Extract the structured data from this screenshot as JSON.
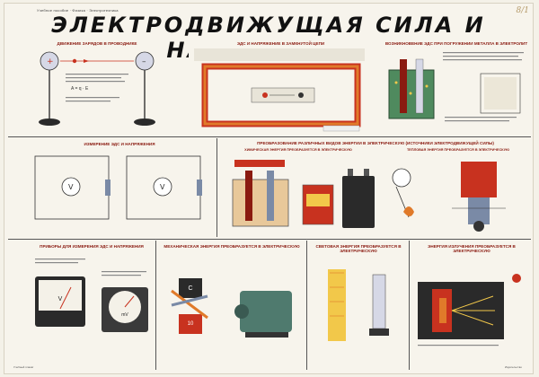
{
  "header": {
    "tiny_text": "Учебное пособие · Физика · Электротехника",
    "title": "ЭЛЕКТРОДВИЖУЩАЯ СИЛА И НАПРЯЖЕНИЕ",
    "corner_mark": "8/1"
  },
  "top_left": {
    "caption": "ДВИЖЕНИЕ ЗАРЯДОВ В ПРОВОДНИКЕ",
    "formula": "A = q · E"
  },
  "top_middle": {
    "caption": "ЭДС И НАПРЯЖЕНИЕ В ЗАМКНУТОЙ ЦЕПИ"
  },
  "top_right": {
    "caption": "ВОЗНИКНОВЕНИЕ ЭДС ПРИ ПОГРУЖЕНИИ МЕТАЛЛА В ЭЛЕКТРОЛИТ"
  },
  "mid_left": {
    "caption": "ИЗМЕРЕНИЕ ЭДС И НАПРЯЖЕНИЯ"
  },
  "mid_right": {
    "caption": "ПРЕОБРАЗОВАНИЕ РАЗЛИЧНЫХ ВИДОВ ЭНЕРГИИ В ЭЛЕКТРИЧЕСКУЮ (ИСТОЧНИКИ ЭЛЕКТРОДВИЖУЩЕЙ СИЛЫ)",
    "sub_left": "ХИМИЧЕСКАЯ ЭНЕРГИЯ ПРЕОБРАЗУЕТСЯ В ЭЛЕКТРИЧЕСКУЮ",
    "sub_right": "ТЕПЛОВАЯ ЭНЕРГИЯ ПРЕОБРАЗУЕТСЯ В ЭЛЕКТРИЧЕСКУЮ"
  },
  "bottom": {
    "b1_caption": "ПРИБОРЫ ДЛЯ ИЗМЕРЕНИЯ ЭДС И НАПРЯЖЕНИЯ",
    "b2_caption": "МЕХАНИЧЕСКАЯ ЭНЕРГИЯ ПРЕОБРАЗУЕТСЯ В ЭЛЕКТРИЧЕСКУЮ",
    "b3_caption": "СВЕТОВАЯ ЭНЕРГИЯ ПРЕОБРАЗУЕТСЯ В ЭЛЕКТРИЧЕСКУЮ",
    "b4_caption": "ЭНЕРГИЯ ИЗЛУЧЕНИЯ ПРЕОБРАЗУЕТСЯ В ЭЛЕКТРИЧЕСКУЮ",
    "meter_v": "V",
    "meter_mv": "mV",
    "block_c": "C",
    "block_num": "10"
  },
  "footer": {
    "left": "Учебный плакат",
    "right": "Издательство"
  },
  "colors": {
    "red": "#c8321f",
    "orange": "#e07a2a",
    "green": "#4f8a5e",
    "yellow": "#f2c84a"
  }
}
